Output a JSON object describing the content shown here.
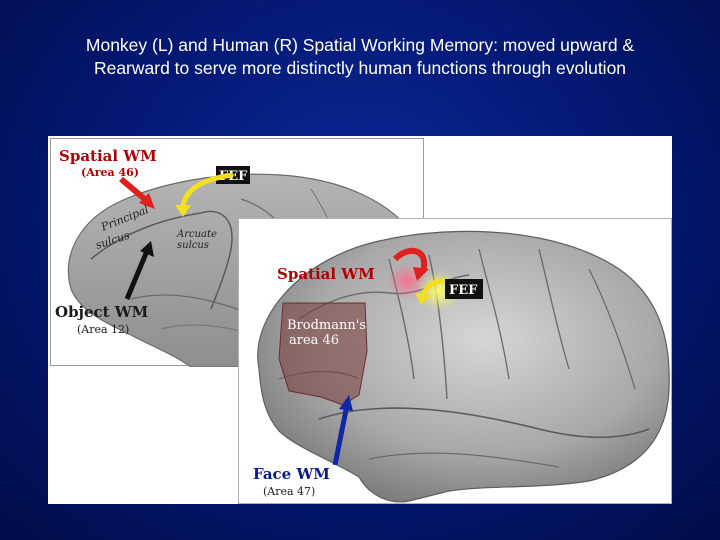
{
  "title": {
    "line1": "Monkey (L) and Human (R) Spatial Working Memory: moved upward &",
    "line2": "Rearward to serve more distinctly human functions through evolution"
  },
  "monkey": {
    "spatial_wm": "Spatial WM",
    "area46": "(Area 46)",
    "fef": "FEF",
    "principal": "Principal",
    "sulcus": "sulcus",
    "arcuate": "Arcuate",
    "arcuate_sulcus": "sulcus",
    "object_wm": "Object WM",
    "area12": "(Area 12)"
  },
  "human": {
    "spatial_wm": "Spatial WM",
    "fef": "FEF",
    "brodmann": "Brodmann's",
    "area46": "area 46",
    "face_wm": "Face WM",
    "area47": "(Area 47)"
  },
  "colors": {
    "background": "#041a78",
    "red_arrow": "#e0201c",
    "yellow_arrow": "#f2e020",
    "blue_arrow": "#1028a8",
    "black_arrow": "#111111"
  }
}
